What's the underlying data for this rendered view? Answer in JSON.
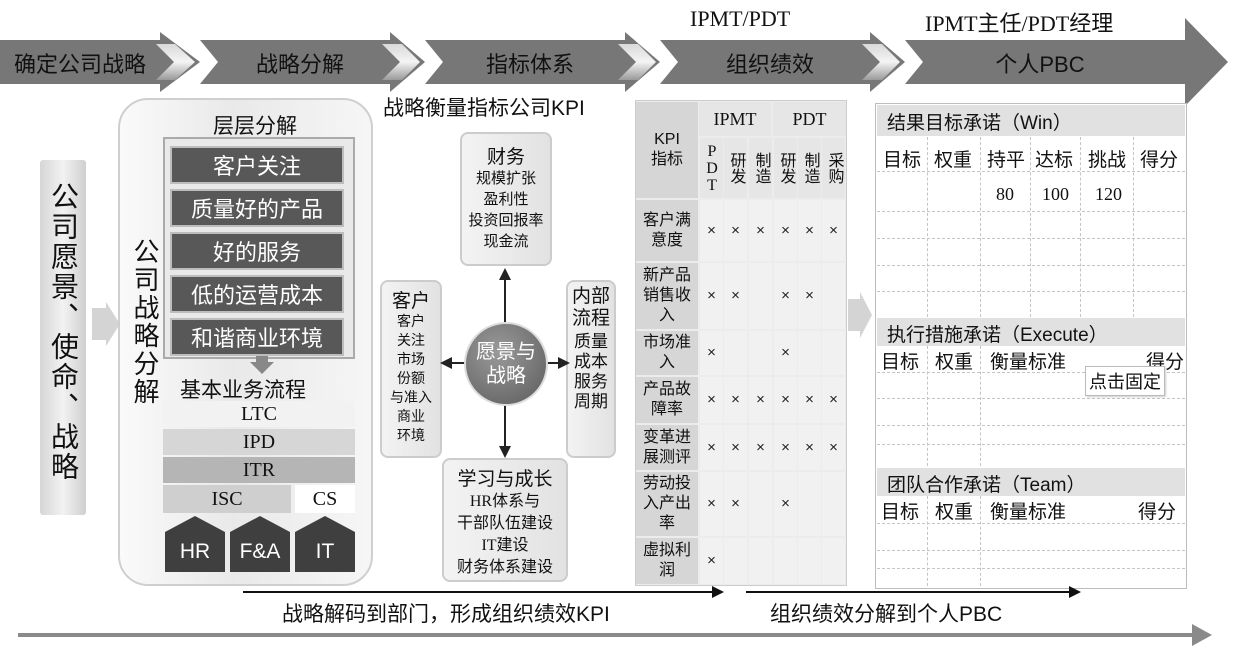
{
  "top_headers": {
    "ipmt_pdt": "IPMT/PDT",
    "ipmt_director": "IPMT主任/PDT经理"
  },
  "stages": [
    "确定公司战略",
    "战略分解",
    "指标体系",
    "组织绩效",
    "个人PBC"
  ],
  "vision_column": "公司愿景、使命、战略",
  "decomposition": {
    "vertical_label": "公司战略分解",
    "title": "层层分解",
    "items": [
      "客户关注",
      "质量好的产品",
      "好的服务",
      "低的运营成本",
      "和谐商业环境"
    ],
    "process_title": "基本业务流程",
    "processes": [
      "LTC",
      "IPD",
      "ITR",
      "ISC",
      "CS"
    ],
    "supports": [
      "HR",
      "F&A",
      "IT"
    ]
  },
  "kpi_center": {
    "title": "战略衡量指标公司KPI",
    "hub": "愿景与战略",
    "finance": {
      "title": "财务",
      "items": [
        "规模扩张",
        "盈利性",
        "投资回报率",
        "现金流"
      ]
    },
    "customer": {
      "title": "客户",
      "items": [
        "客户",
        "关注",
        "市场",
        "份额",
        "与准入",
        "商业",
        "环境"
      ]
    },
    "internal": {
      "title": "内部流程",
      "items": [
        "质量",
        "成本",
        "服务",
        "周期"
      ]
    },
    "learning": {
      "title": "学习与成长",
      "items": [
        "HR体系与",
        "干部队伍建设",
        "IT建设",
        "财务体系建设"
      ]
    }
  },
  "kpi_table": {
    "header_kpi": "KPI指标",
    "group_ipmt": "IPMT",
    "group_pdt": "PDT",
    "columns": [
      "PDT",
      "研发",
      "制造",
      "研发",
      "制造",
      "采购"
    ],
    "rows": [
      {
        "name": "客户满意度",
        "marks": [
          "×",
          "×",
          "×",
          "×",
          "×",
          "×"
        ]
      },
      {
        "name": "新产品销售收入",
        "marks": [
          "×",
          "×",
          "",
          "×",
          "×",
          ""
        ]
      },
      {
        "name": "市场准入",
        "marks": [
          "×",
          "",
          "",
          "×",
          "",
          ""
        ]
      },
      {
        "name": "产品故障率",
        "marks": [
          "×",
          "×",
          "×",
          "×",
          "×",
          "×"
        ]
      },
      {
        "name": "变革进展测评",
        "marks": [
          "×",
          "×",
          "×",
          "×",
          "×",
          "×"
        ]
      },
      {
        "name": "劳动投入产出率",
        "marks": [
          "×",
          "×",
          "",
          "×",
          "",
          ""
        ]
      },
      {
        "name": "虚拟利润",
        "marks": [
          "×",
          "",
          "",
          "",
          "",
          ""
        ]
      }
    ]
  },
  "pbc": {
    "win_title": "结果目标承诺（Win）",
    "win_cols": [
      "目标",
      "权重",
      "持平",
      "达标",
      "挑战",
      "得分"
    ],
    "win_values": [
      "80",
      "100",
      "120"
    ],
    "execute_title": "执行措施承诺（Execute）",
    "execute_cols": [
      "目标",
      "权重",
      "衡量标准",
      "得分"
    ],
    "tooltip": "点击固定",
    "team_title": "团队合作承诺（Team）",
    "team_cols": [
      "目标",
      "权重",
      "衡量标准",
      "得分"
    ]
  },
  "bottom": {
    "left": "战略解码到部门，形成组织绩效KPI",
    "right": "组织绩效分解到个人PBC"
  }
}
